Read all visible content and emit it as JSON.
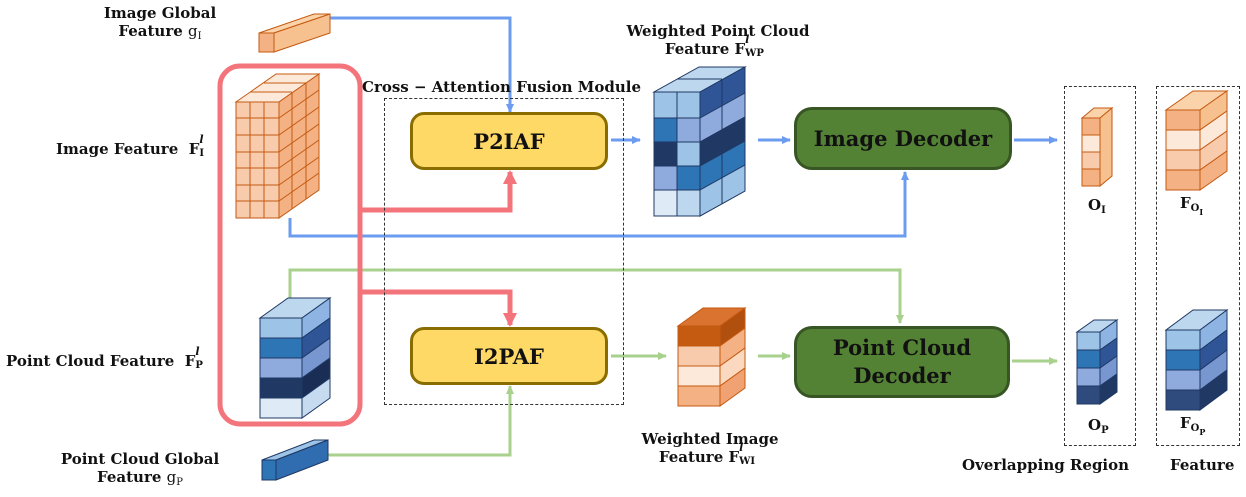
{
  "labels": {
    "image_global_feature_line1": "Image Global",
    "image_global_feature_line2": "Feature",
    "image_global_symbol": "g",
    "image_global_sub": "I",
    "image_feature": "Image Feature",
    "image_feature_symbol": "F",
    "image_feature_sup": "l",
    "image_feature_sub": "I",
    "point_cloud_feature": "Point Cloud Feature",
    "point_cloud_feature_symbol": "F",
    "point_cloud_feature_sup": "l",
    "point_cloud_feature_sub": "P",
    "point_cloud_global_line1": "Point Cloud Global",
    "point_cloud_global_line2": "Feature",
    "point_cloud_global_symbol": "g",
    "point_cloud_global_sub": "P",
    "cross_attention": "Cross − Attention Fusion Module",
    "weighted_pc_line1": "Weighted Point Cloud",
    "weighted_pc_line2": "Feature",
    "weighted_pc_symbol": "F",
    "weighted_pc_sup": "l",
    "weighted_pc_sub": "WP",
    "weighted_img_line1": "Weighted Image",
    "weighted_img_line2": "Feature",
    "weighted_img_symbol": "F",
    "weighted_img_sup": "l",
    "weighted_img_sub": "WI",
    "o_i_symbol": "O",
    "o_i_sub": "I",
    "o_p_symbol": "O",
    "o_p_sub": "P",
    "f_oi_symbol": "F",
    "f_oi_sub": "O",
    "f_oi_subsub": "I",
    "f_op_symbol": "F",
    "f_op_sub": "O",
    "f_op_subsub": "P",
    "overlapping_region": "Overlapping Region",
    "feature": "Feature"
  },
  "modules": {
    "p2iaf": "P2IAF",
    "i2paf": "I2PAF",
    "image_decoder": "Image Decoder",
    "pc_decoder_line1": "Point Cloud",
    "pc_decoder_line2": "Decoder"
  },
  "colors": {
    "blue_arrow": "#6b9cf0",
    "green_arrow": "#a9d18e",
    "red_arrow": "#f4747b",
    "module_yellow": "#ffd966",
    "decoder_green": "#548235"
  }
}
